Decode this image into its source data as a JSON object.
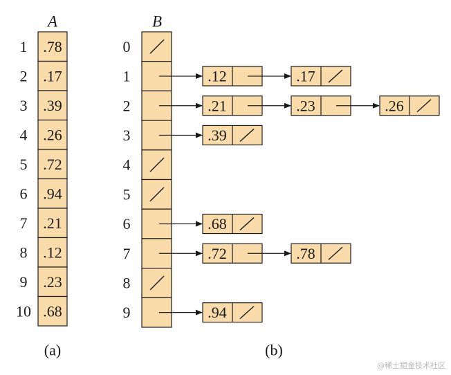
{
  "colors": {
    "cell_fill": "#f9dcaa",
    "stroke": "#1a1a1a",
    "text": "#1a1a1a",
    "watermark": "#b9b9b9"
  },
  "array_a": {
    "title": "A",
    "caption": "(a)",
    "items": [
      {
        "index": "1",
        "value": ".78"
      },
      {
        "index": "2",
        "value": ".17"
      },
      {
        "index": "3",
        "value": ".39"
      },
      {
        "index": "4",
        "value": ".26"
      },
      {
        "index": "5",
        "value": ".72"
      },
      {
        "index": "6",
        "value": ".94"
      },
      {
        "index": "7",
        "value": ".21"
      },
      {
        "index": "8",
        "value": ".12"
      },
      {
        "index": "9",
        "value": ".23"
      },
      {
        "index": "10",
        "value": ".68"
      }
    ]
  },
  "array_b": {
    "title": "B",
    "caption": "(b)",
    "buckets": [
      {
        "index": "0",
        "list": []
      },
      {
        "index": "1",
        "list": [
          ".12",
          ".17"
        ]
      },
      {
        "index": "2",
        "list": [
          ".21",
          ".23",
          ".26"
        ]
      },
      {
        "index": "3",
        "list": [
          ".39"
        ]
      },
      {
        "index": "4",
        "list": []
      },
      {
        "index": "5",
        "list": []
      },
      {
        "index": "6",
        "list": [
          ".68"
        ]
      },
      {
        "index": "7",
        "list": [
          ".72",
          ".78"
        ]
      },
      {
        "index": "8",
        "list": []
      },
      {
        "index": "9",
        "list": [
          ".94"
        ]
      }
    ]
  },
  "watermark": "@稀土掘金技术社区"
}
